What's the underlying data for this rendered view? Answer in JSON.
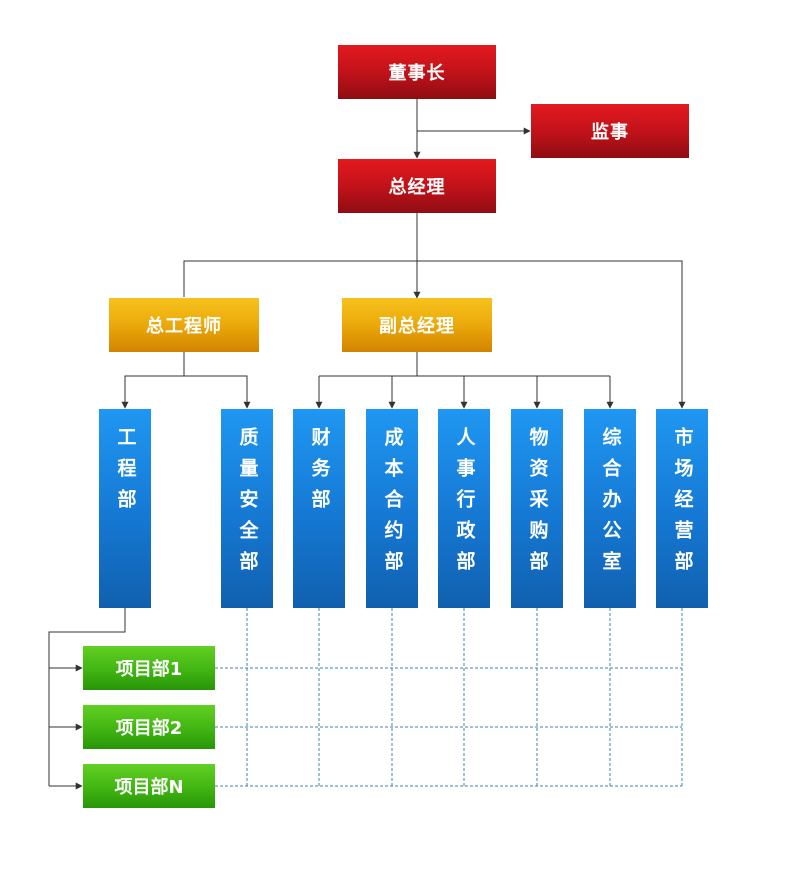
{
  "org": {
    "chairman": "董事长",
    "supervisor": "监事",
    "general_manager": "总经理",
    "chief_engineer": "总工程师",
    "deputy_gm": "副总经理",
    "departments": {
      "engineering": "工程部",
      "quality_safety": "质量安全部",
      "finance": "财务部",
      "cost_contract": "成本合约部",
      "hr_admin": "人事行政部",
      "procurement": "物资采购部",
      "general_office": "综合办公室",
      "marketing": "市场经营部"
    },
    "projects": [
      "项目部1",
      "项目部2",
      "项目部N"
    ]
  },
  "colors": {
    "executive": "#c2121a",
    "manager": "#eba90b",
    "department": "#1578d3",
    "project": "#41b512",
    "connector": "#333333",
    "dashed_link": "#3b8aa0"
  }
}
